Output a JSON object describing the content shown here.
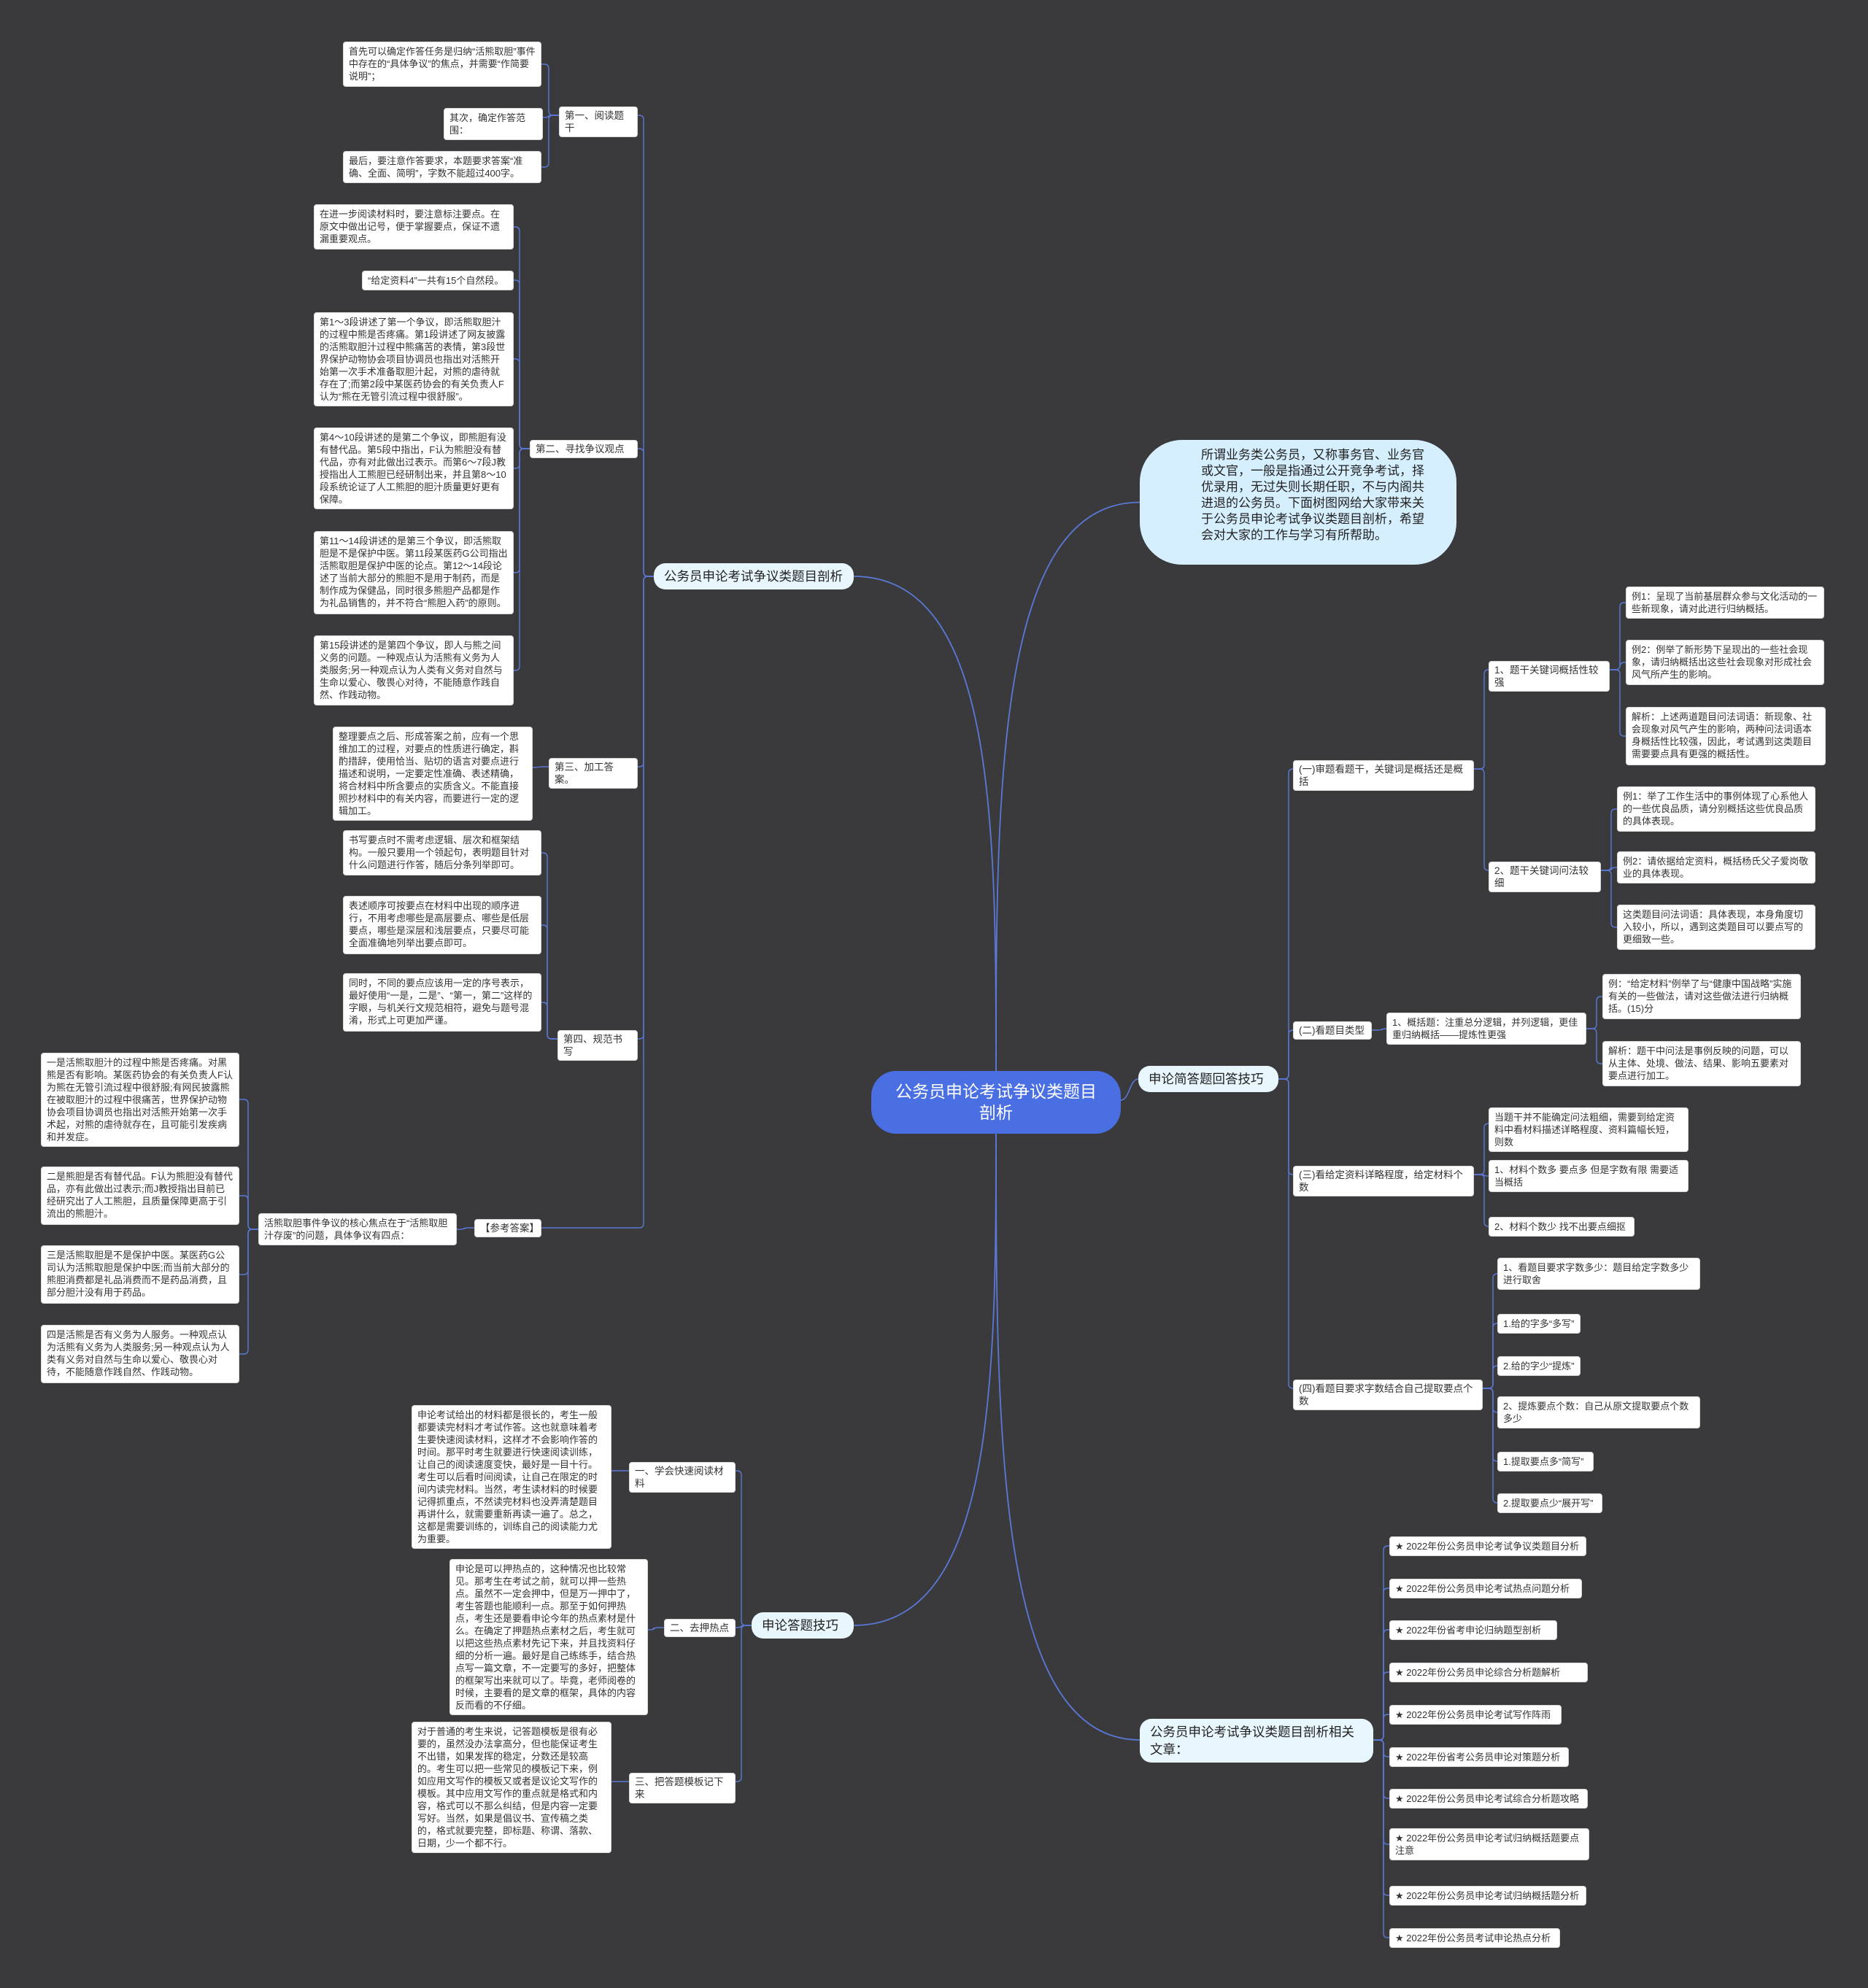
{
  "root": "公务员申论考试争议类题目剖析",
  "intro": "所谓业务类公务员，又称事务官、业务官或文官，一般是指通过公开竞争考试，择优录用，无过失则长期任职，不与内阁共进退的公务员。下面树图网给大家带来关于公务员申论考试争议类题目剖析，希望会对大家的工作与学习有所帮助。",
  "left_a": {
    "title": "公务员申论考试争议类题目剖析",
    "s1": {
      "title": "第一、阅读题干",
      "items": [
        "首先可以确定作答任务是归纳“活熊取胆”事件中存在的“具体争议”的焦点，并需要“作简要说明”；",
        "其次，确定作答范围：",
        "最后，要注意作答要求，本题要求答案“准确、全面、简明”，字数不能超过400字。"
      ]
    },
    "s2": {
      "title": "第二、寻找争议观点",
      "items": [
        "在进一步阅读材料时，要注意标注要点。在原文中做出记号，便于掌握要点，保证不遗漏重要观点。",
        "“给定资料4”一共有15个自然段。",
        "第1～3段讲述了第一个争议，即活熊取胆汁的过程中熊是否疼痛。第1段讲述了网友披露的活熊取胆汁过程中熊痛苦的表情，第3段世界保护动物协会项目协调员也指出对活熊开始第一次手术准备取胆汁起，对熊的虐待就存在了;而第2段中某医药协会的有关负责人F认为“熊在无管引流过程中很舒服”。",
        "第4～10段讲述的是第二个争议，即熊胆有没有替代品。第5段中指出，F认为熊胆没有替代品，亦有对此做出过表示。而第6～7段J教授指出人工熊胆已经研制出来，并且第8～10段系统论证了人工熊胆的胆汁质量更好更有保障。",
        "第11～14段讲述的是第三个争议，即活熊取胆是不是保护中医。第11段某医药G公司指出活熊取胆是保护中医的论点。第12～14段论述了当前大部分的熊胆不是用于制药，而是制作成为保健品，同时很多熊胆产品都是作为礼品销售的，并不符合“熊胆入药”的原则。",
        "第15段讲述的是第四个争议，即人与熊之间义务的问题。一种观点认为活熊有义务为人类服务;另一种观点认为人类有义务对自然与生命以爱心、敬畏心对待，不能随意作践自然、作践动物。"
      ]
    },
    "s3": {
      "title": "第三、加工答案。",
      "items": [
        "整理要点之后、形成答案之前，应有一个思维加工的过程，对要点的性质进行确定，斟酌措辞，使用恰当、贴切的语言对要点进行描述和说明，一定要定性准确、表述精确，将合材料中所含要点的实质含义。不能直接照抄材料中的有关内容，而要进行一定的逻辑加工。"
      ]
    },
    "s4": {
      "title": "第四、规范书写",
      "items": [
        "书写要点时不需考虑逻辑、层次和框架结构。一般只要用一个领起句，表明题目针对什么问题进行作答，随后分条列举即可。",
        "表述顺序可按要点在材料中出现的顺序进行，不用考虑哪些是高层要点、哪些是低层要点，哪些是深层和浅层要点，只要尽可能全面准确地列举出要点即可。",
        "同时，不同的要点应该用一定的序号表示，最好使用“一是，二是”、“第一，第二”这样的字眼，与机关行文规范相符，避免与题号混淆，形式上可更加严谨。"
      ]
    },
    "s5": {
      "title": "【参考答案】",
      "child": "活熊取胆事件争议的核心焦点在于“活熊取胆汁存废”的问题，具体争议有四点：",
      "items": [
        "一是活熊取胆汁的过程中熊是否疼痛。对黑熊是否有影响。某医药协会的有关负责人F认为熊在无管引流过程中很舒服;有网民披露熊在被取胆汁的过程中很痛苦，世界保护动物协会项目协调员也指出对活熊开始第一次手术起，对熊的虐待就存在，且可能引发疾病和并发症。",
        "二是熊胆是否有替代品。F认为熊胆没有替代品，亦有此做出过表示;而J教授指出目前已经研究出了人工熊胆，且质量保障更高于引流出的熊胆汁。",
        "三是活熊取胆是不是保护中医。某医药G公司认为活熊取胆是保护中医;而当前大部分的熊胆消费都是礼品消费而不是药品消费，且部分胆汁没有用于药品。",
        "四是活熊是否有义务为人服务。一种观点认为活熊有义务为人类服务;另一种观点认为人类有义务对自然与生命以爱心、敬畏心对待，不能随意作践自然、作践动物。"
      ]
    }
  },
  "left_b": {
    "title": "申论答题技巧",
    "groups": [
      {
        "title": "一、学会快速阅读材料",
        "text": "申论考试给出的材料都是很长的，考生一般都要读完材料才考试作答。这也就意味着考生要快速阅读材料，这样才不会影响作答的时间。那平时考生就要进行快速阅读训练，让自己的阅读速度变快，最好是一目十行。考生可以后看时间阅读，让自己在限定的时间内读完材料。当然，考生读材料的时候要记得抓重点，不然读完材料也没弄清楚题目再讲什么，就需要重新再读一遍了。总之，这都是需要训练的，训练自己的阅读能力尤为重要。"
      },
      {
        "title": "二、去押热点",
        "text": "申论是可以押热点的，这种情况也比较常见。那考生在考试之前，就可以押一些热点。虽然不一定会押中，但是万一押中了，考生答题也能顺利一点。那至于如何押热点，考生还是要看申论今年的热点素材是什么。在确定了押题热点素材之后，考生就可以把这些热点素材先记下来，并且找资料仔细的分析一遍。最好是自己练练手，结合热点写一篇文章，不一定要写的多好，把整体的框架写出来就可以了。毕竟，老师阅卷的时候，主要看的是文章的框架，具体的内容反而看的不仔细。"
      },
      {
        "title": "三、把答题模板记下来",
        "text": "对于普通的考生来说，记答题模板是很有必要的，虽然没办法拿高分，但也能保证考生不出错，如果发挥的稳定，分数还是较高的。考生可以把一些常见的模板记下来，例如应用文写作的模板又或者是议论文写作的模板。其中应用文写作的重点就是格式和内容，格式可以不那么纠结，但是内容一定要写好。当然，如果是倡议书、宣传稿之类的，格式就要完整，即标题、称谓、落款、日期，少一个都不行。"
      }
    ]
  },
  "right_a": {
    "title": "申论简答题回答技巧",
    "g1": {
      "title": "(一)审题看题干，关键词是概括还是概括",
      "sub1": {
        "title": "1、题干关键词概括性较强",
        "items": [
          "例1：呈现了当前基层群众参与文化活动的一些新现象，请对此进行归纳概括。",
          "例2：例举了新形势下呈现出的一些社会现象，请归纳概括出这些社会现象对形成社会风气所产生的影响。",
          "解析：上述两道题目问法词语：新现象、社会现象对风气产生的影响，两种问法词语本身概括性比较强，因此，考试遇到这类题目需要要点具有更强的概括性。"
        ]
      },
      "sub2": {
        "title": "2、题干关键词问法较细",
        "items": [
          "例1：举了工作生活中的事例体现了心系他人的一些优良品质，请分别概括这些优良品质的具体表现。",
          "例2：请依据给定资料，概括杨氏父子爱岗敬业的具体表现。",
          "这类题目问法词语：具体表现，本身角度切入较小，所以，遇到这类题目可以要点写的更细致一些。"
        ]
      }
    },
    "g2": {
      "title": "(二)看题目类型",
      "sub": "1、概括题：注重总分逻辑，并列逻辑，更佳重归纳概括——提炼性更强",
      "items": [
        "例：“给定材料”例举了与“健康中国战略”实施有关的一些做法，请对这些做法进行归纳概括。(15)分",
        "解析：题干中问法是事例反映的问题，可以从主体、处境、做法、结果、影响五要素对要点进行加工。"
      ]
    },
    "g3": {
      "title": "(三)看给定资料详略程度，给定材料个数",
      "items": [
        "当题干并不能确定问法粗细，需要到给定资料中看材料描述详略程度、资料篇幅长短，则数",
        "1、材料个数多 要点多 但是字数有限 需要适当概括",
        "2、材料个数少 找不出要点细抠"
      ]
    },
    "g4": {
      "title": "(四)看题目要求字数结合自己提取要点个数",
      "items": [
        "1、看题目要求字数多少：题目给定字数多少进行取舍",
        "1.给的字多“多写”",
        "2.给的字少“提炼”",
        "2、提炼要点个数：自己从原文提取要点个数多少",
        "1.提取要点多“简写”",
        "2.提取要点少“展开写”"
      ]
    }
  },
  "right_b": {
    "title": "公务员申论考试争议类题目剖析相关文章：",
    "items": [
      "★ 2022年份公务员申论考试争议类题目分析",
      "★ 2022年份公务员申论考试热点问题分析",
      "★ 2022年份省考申论归纳题型剖析",
      "★ 2022年份公务员申论综合分析题解析",
      "★ 2022年份公务员申论考试写作阵雨",
      "★ 2022年份省考公务员申论对策题分析",
      "★ 2022年份公务员申论考试综合分析题攻略",
      "★ 2022年份公务员申论考试归纳概括题要点注意",
      "★ 2022年份公务员申论考试归纳概括题分析",
      "★ 2022年份公务员考试申论热点分析"
    ]
  },
  "colors": {
    "background": "#3a3a3d",
    "link": "#5a79d6",
    "root": "#4a6fe3",
    "branch": "#e8f6fd"
  }
}
